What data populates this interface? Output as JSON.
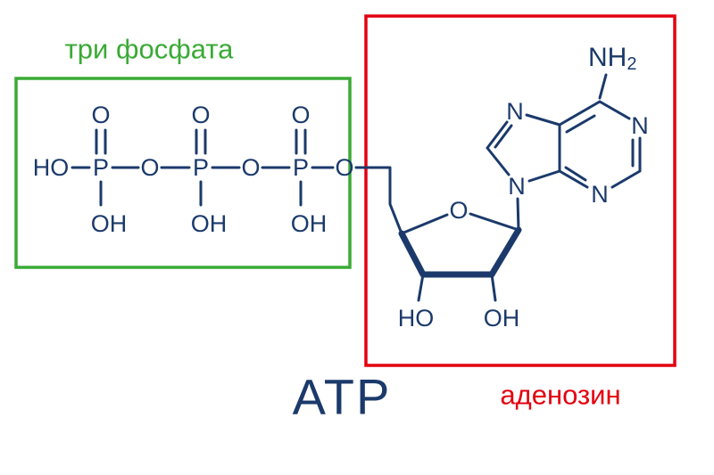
{
  "colors": {
    "structure": "#1b3a6b",
    "phosphate_box": "#3aaa35",
    "adenosine_box": "#e3000f",
    "background": "#ffffff"
  },
  "labels": {
    "molecule_name": "ATP",
    "phosphate_region": "три фосфата",
    "adenosine_region": "аденозин"
  },
  "atoms": {
    "ho_terminal": "HO",
    "p1": "P",
    "p2": "P",
    "p3": "P",
    "o_double_1": "O",
    "o_double_2": "O",
    "o_double_3": "O",
    "oh_1": "OH",
    "oh_2": "OH",
    "oh_3": "OH",
    "o_bridge_1": "O",
    "o_bridge_2": "O",
    "o_ester": "O",
    "o_ring": "O",
    "ho_ribose": "HO",
    "oh_ribose": "OH",
    "n1": "N",
    "n3": "N",
    "n7": "N",
    "n9": "N",
    "nh2_main": "NH",
    "nh2_sub": "2"
  }
}
